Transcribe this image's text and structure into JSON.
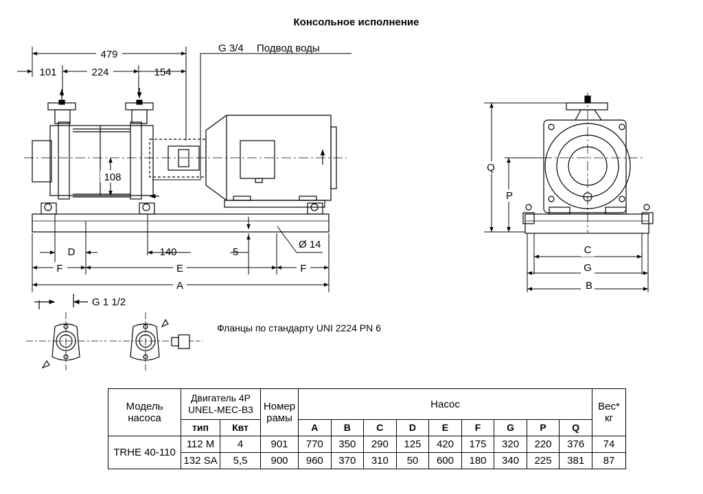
{
  "title": "Консольное исполнение",
  "labels": {
    "d479": "479",
    "d101": "101",
    "d224": "224",
    "d154": "154",
    "g34": "G 3/4",
    "water": "Подвод воды",
    "d108": "108",
    "D": "D",
    "d140": "140",
    "d5": "5",
    "phi14": "Ø 14",
    "F": "F",
    "E": "E",
    "A": "A",
    "Q": "Q",
    "P": "P",
    "C": "C",
    "G": "G",
    "B": "B",
    "g112": "G 1 1/2",
    "flanges": "Фланцы по стандарту UNI 2224 PN 6"
  },
  "table": {
    "model_header": [
      "Модель",
      "насоса"
    ],
    "motor_header": [
      "Двигатель 4P",
      "UNEL-MEC-B3"
    ],
    "type_header": "тип",
    "kw_header": "Квт",
    "frame_header": [
      "Номер",
      "рамы"
    ],
    "pump_header": "Насос",
    "weight_header": [
      "Вес*",
      "кг"
    ],
    "dim_headers": [
      "A",
      "B",
      "C",
      "D",
      "E",
      "F",
      "G",
      "P",
      "Q"
    ],
    "model": "TRHE 40-110",
    "rows": [
      {
        "type": "112 M",
        "kw": "4",
        "frame": "901",
        "dims": [
          "770",
          "350",
          "290",
          "125",
          "420",
          "175",
          "320",
          "220",
          "376"
        ],
        "weight": "74"
      },
      {
        "type": "132 SA",
        "kw": "5,5",
        "frame": "900",
        "dims": [
          "960",
          "370",
          "310",
          "50",
          "600",
          "180",
          "340",
          "225",
          "381"
        ],
        "weight": "87"
      }
    ]
  }
}
